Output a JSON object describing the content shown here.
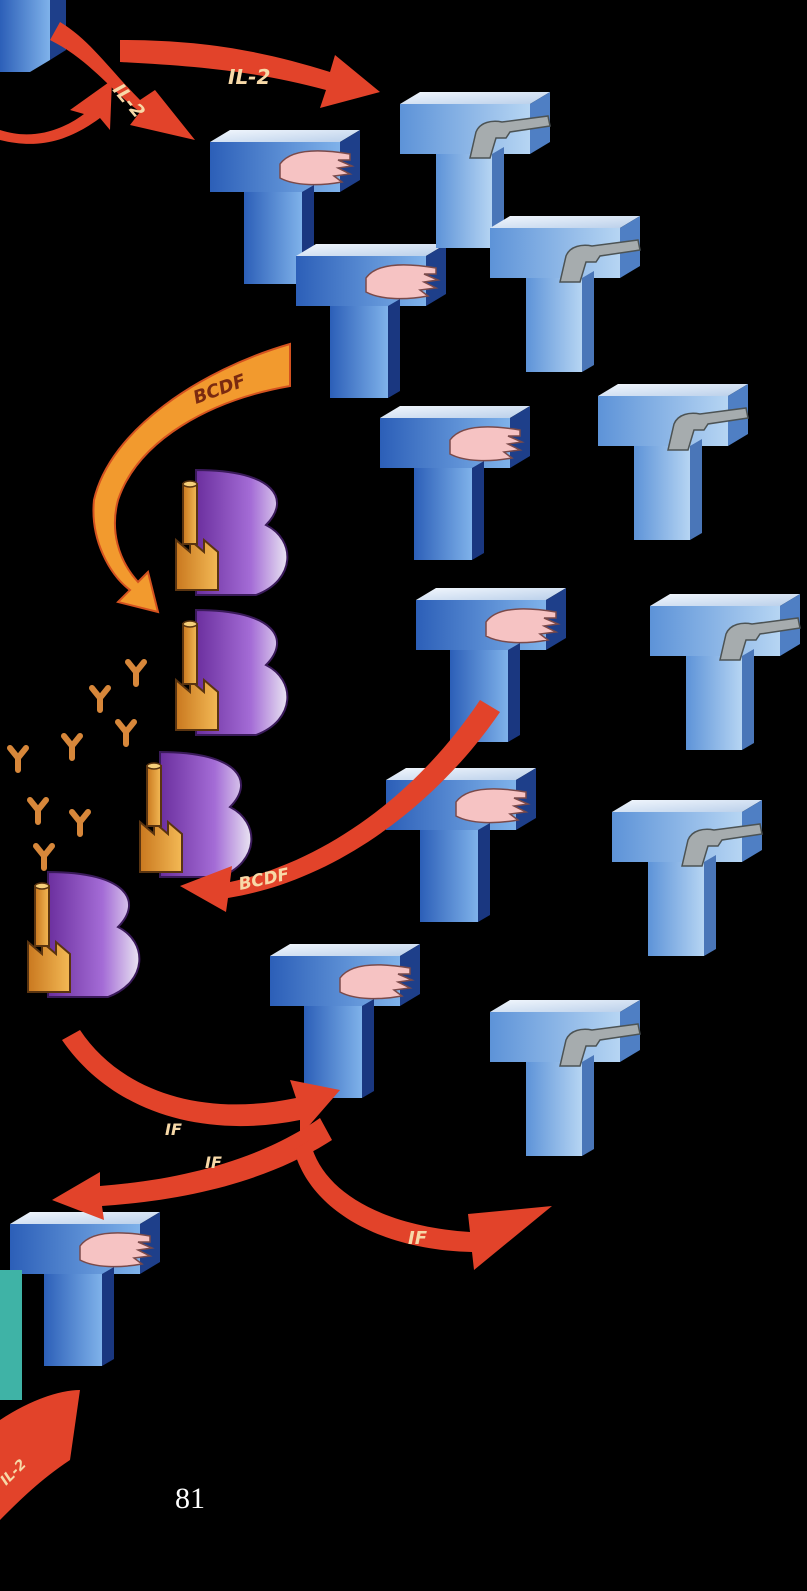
{
  "labels": {
    "il2_upper_left": "IL-2",
    "il2_top": "IL-2",
    "bcdf_upper": "BCDF",
    "bcdf_lower": "BCDF",
    "if_left_upper": "IF",
    "if_left_lower": "IF",
    "if_right": "IF",
    "il2_bottom": "IL-2"
  },
  "page_number": "81",
  "colors": {
    "background": "#000000",
    "t_block": "#6fa3df",
    "t_block_top": "#dbe8f7",
    "arrow_red": "#e2432a",
    "arrow_orange": "#f29a2e",
    "factory_purple": "#8a4fbf",
    "factory_orange": "#e8a43a",
    "hand": "#f4b6b6",
    "gun": "#9fa6a8"
  },
  "icons": [
    "t-cell-block-icon",
    "hand-icon",
    "gun-icon",
    "factory-icon",
    "antibody-icon",
    "arrow-icon"
  ]
}
